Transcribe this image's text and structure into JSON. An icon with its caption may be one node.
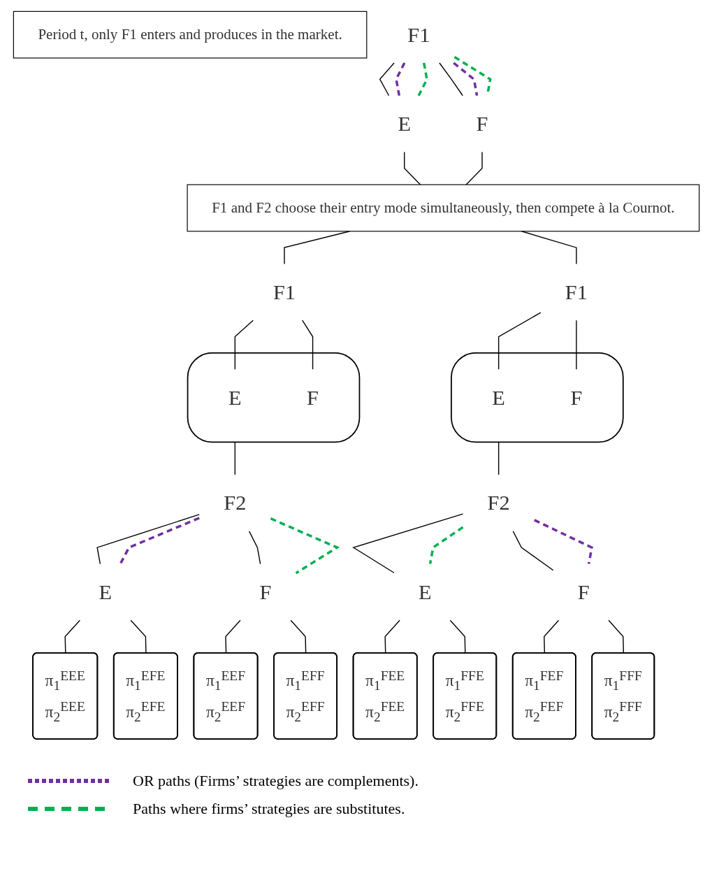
{
  "diagram": {
    "nodes": [
      {
        "text": [
          "Period t, only F1 enters and produces in the market."
        ]
      },
      {
        "text": [
          "F1"
        ]
      },
      {
        "text": [
          "E"
        ]
      },
      {
        "text": [
          "F"
        ]
      },
      {
        "text": [
          "F1 and F2 choose their entry mode simultaneously, then compete à la Cournot."
        ]
      },
      {
        "text": [
          "F1"
        ]
      },
      {
        "text": [
          "F1"
        ]
      },
      {
        "text": [],
        "shape": "box"
      },
      {
        "text": [
          "E"
        ],
        "in": 7
      },
      {
        "text": [
          "F"
        ],
        "in": 7
      },
      {
        "text": [],
        "shape": "box"
      },
      {
        "text": [
          "E"
        ],
        "in": 10
      },
      {
        "text": [
          "F"
        ],
        "in": 10
      },
      {
        "text": [
          "F2"
        ]
      },
      {
        "text": [
          "F2"
        ]
      },
      {
        "text": [
          "E"
        ]
      },
      {
        "text": [
          "F"
        ]
      },
      {
        "text": [
          "E"
        ]
      },
      {
        "text": [
          "F"
        ]
      },
      {
        "text": [
          "π$_{1}$$^{EEE}$",
          "π$_{2}$$^{EEE}$"
        ]
      },
      {
        "text": [
          "π$_{1}$$^{EFE}$",
          "π$_{2}$$^{EFE}$"
        ]
      },
      {
        "text": [
          "π$_{1}$$^{EEF}$",
          "π$_{2}$$^{EEF}$"
        ]
      },
      {
        "text": [
          "π$_{1}$$^{EFF}$",
          "π$_{2}$$^{EFF}$"
        ]
      },
      {
        "text": [
          "π$_{1}$$^{FEE}$",
          "π$_{2}$$^{FEE}$"
        ]
      },
      {
        "text": [
          "π$_{1}$$^{FFE}$",
          "π$_{2}$$^{FFE}$"
        ]
      },
      {
        "text": [
          "π$_{1}$$^{FEF}$",
          "π$_{2}$$^{FEF}$"
        ]
      },
      {
        "text": [
          "π$_{1}$$^{FFF}$",
          "π$_{2}$$^{FFF}$"
        ]
      }
    ],
    "edges": [
      {
        "from": 1,
        "to": 2,
        "arrow": "none"
      },
      {
        "from": 1,
        "to": 2,
        "arrow": "none",
        "style": "dashed",
        "color": "#7030a0"
      },
      {
        "from": 1,
        "to": 2,
        "arrow": "none",
        "style": "dashed",
        "color": "#00b050"
      },
      {
        "from": 1,
        "to": 3,
        "arrow": "none"
      },
      {
        "from": 1,
        "to": 3,
        "arrow": "none",
        "style": "dashed",
        "color": "#7030a0"
      },
      {
        "from": 1,
        "to": 3,
        "arrow": "none",
        "style": "dashed",
        "color": "#00b050"
      },
      {
        "from": 2,
        "to": 4,
        "arrow": "none"
      },
      {
        "from": 3,
        "to": 4,
        "arrow": "none"
      },
      {
        "from": 4,
        "to": 5,
        "arrow": "none"
      },
      {
        "from": 4,
        "to": 6,
        "arrow": "none"
      },
      {
        "from": 5,
        "to": 8,
        "arrow": "none"
      },
      {
        "from": 5,
        "to": 9,
        "arrow": "none"
      },
      {
        "from": 6,
        "to": 11,
        "arrow": "none"
      },
      {
        "from": 6,
        "to": 12,
        "arrow": "none"
      },
      {
        "from": 7,
        "to": 13,
        "arrow": "none"
      },
      {
        "from": 10,
        "to": 14,
        "arrow": "none"
      },
      {
        "from": 13,
        "to": 15,
        "arrow": "none"
      },
      {
        "from": 13,
        "to": 15,
        "arrow": "none",
        "style": "dashed",
        "color": "#7030a0"
      },
      {
        "from": 13,
        "to": 16,
        "arrow": "none"
      },
      {
        "from": 13,
        "to": 16,
        "arrow": "none",
        "style": "dashed",
        "color": "#00b050"
      },
      {
        "from": 14,
        "to": 17,
        "arrow": "none"
      },
      {
        "from": 14,
        "to": 17,
        "arrow": "none",
        "style": "dashed",
        "color": "#00b050"
      },
      {
        "from": 14,
        "to": 18,
        "arrow": "none"
      },
      {
        "from": 14,
        "to": 18,
        "arrow": "none",
        "style": "dashed",
        "color": "#7030a0"
      },
      {
        "from": 15,
        "to": 19,
        "arrow": "none"
      },
      {
        "from": 15,
        "to": 20,
        "arrow": "none"
      },
      {
        "from": 16,
        "to": 21,
        "arrow": "none"
      },
      {
        "from": 16,
        "to": 22,
        "arrow": "none"
      },
      {
        "from": 17,
        "to": 23,
        "arrow": "none"
      },
      {
        "from": 17,
        "to": 24,
        "arrow": "none"
      },
      {
        "from": 18,
        "to": 25,
        "arrow": "none"
      },
      {
        "from": 18,
        "to": 26,
        "arrow": "none"
      }
    ],
    "legend": [
      {
        "text": "OR paths (Firms’ strategies are complements)."
      },
      {
        "text": "Paths where firms’ strategies are substitutes."
      }
    ]
  }
}
